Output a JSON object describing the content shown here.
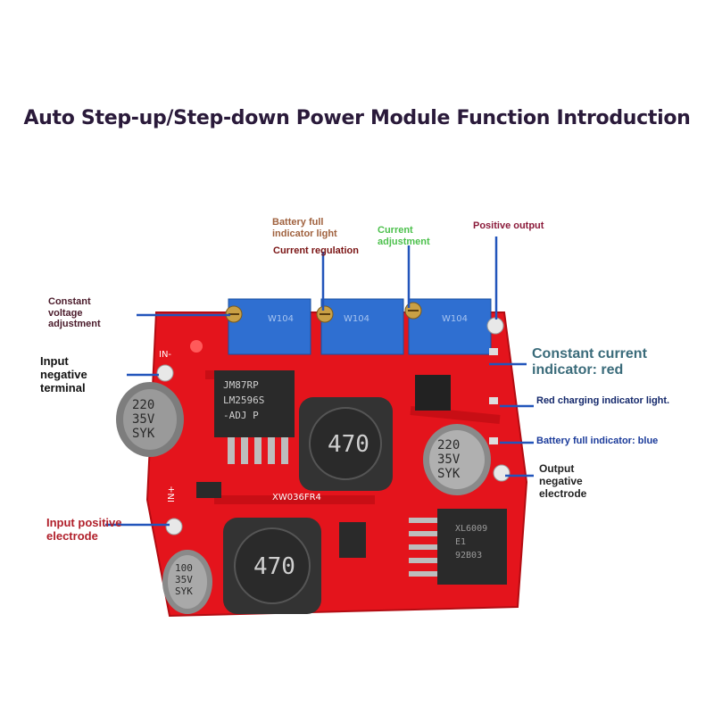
{
  "title": "Auto Step-up/Step-down Power Module Function Introduction",
  "labels": {
    "battery_full_light": [
      "Battery full",
      "indicator light"
    ],
    "current_regulation": "Current regulation",
    "current_adjustment": [
      "Current",
      "adjustment"
    ],
    "positive_output": "Positive output",
    "constant_voltage": [
      "Constant",
      "voltage",
      "adjustment"
    ],
    "input_negative": [
      "Input",
      "negative",
      "terminal"
    ],
    "constant_current": [
      "Constant current",
      "indicator: red"
    ],
    "red_charging": "Red charging indicator light.",
    "battery_full_blue": "Battery full indicator: blue",
    "output_negative": [
      "Output",
      "negative",
      "electrode"
    ],
    "input_positive": [
      "Input positive",
      "electrode"
    ]
  },
  "board": {
    "inductor_text": "470",
    "cap_top": [
      "220",
      "35V",
      "SYK"
    ],
    "cap_mid": [
      "220",
      "35V",
      "SYK"
    ],
    "cap_small": [
      "100",
      "35V",
      "SYK"
    ],
    "chip_text": [
      "JM87RP",
      "LM2596S",
      "-ADJ P"
    ],
    "board_name": "XW036FR4",
    "pot_text": "W104",
    "silk_in_minus": "IN-",
    "silk_in_plus": "IN+",
    "silk_out_plus": "+",
    "chip2_text": [
      "XL6009",
      "E1",
      "92B03"
    ]
  },
  "colors": {
    "pcb": "#e4141c",
    "pot": "#2f6fd1",
    "leader": "#2255bb"
  }
}
